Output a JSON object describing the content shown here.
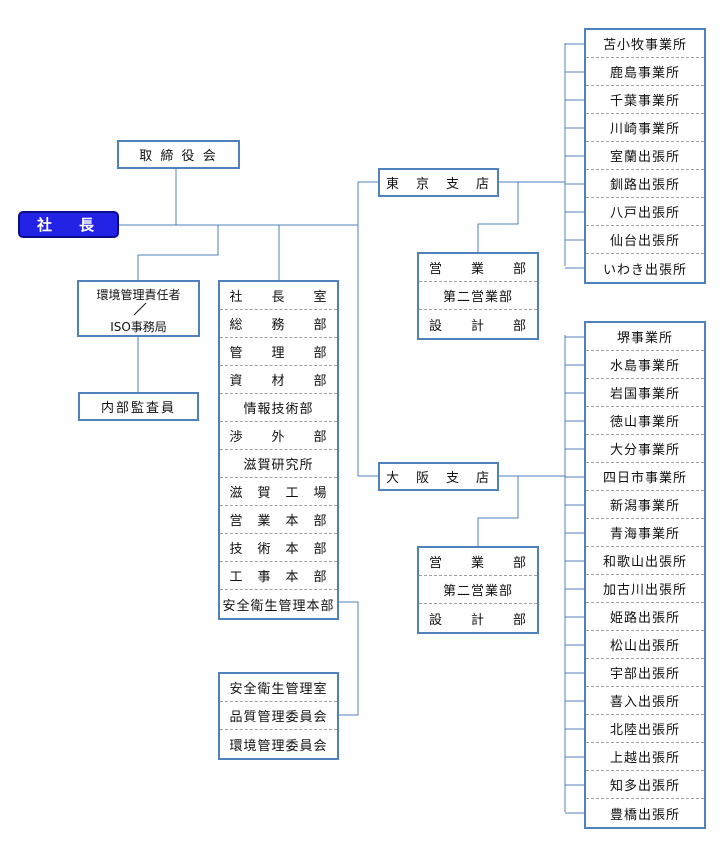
{
  "president": "社　長",
  "board": "取 締 役 会",
  "env": {
    "line1": "環境管理責任者",
    "line2": "ISO事務局"
  },
  "audit": "内部監査員",
  "departments": [
    "社　　長　　室",
    "総　　務　　部",
    "管　　理　　部",
    "資　　材　　部",
    "情報技術部",
    "渉　　外　　部",
    "滋賀研究所",
    "滋　賀　工　場",
    "営　業　本　部",
    "技　術　本　部",
    "工　事　本　部",
    "安全衛生管理本部"
  ],
  "committees": [
    "安全衛生管理室",
    "品質管理委員会",
    "環境管理委員会"
  ],
  "tokyo": {
    "name": "東　京　支　店",
    "depts": [
      "営　　業　　部",
      "第二営業部",
      "設　　計　　部"
    ],
    "offices": [
      "苫小牧事業所",
      "鹿島事業所",
      "千葉事業所",
      "川崎事業所",
      "室蘭出張所",
      "釧路出張所",
      "八戸出張所",
      "仙台出張所",
      "いわき出張所"
    ]
  },
  "osaka": {
    "name": "大　阪　支　店",
    "depts": [
      "営　　業　　部",
      "第二営業部",
      "設　　計　　部"
    ],
    "offices": [
      "堺事業所",
      "水島事業所",
      "岩国事業所",
      "徳山事業所",
      "大分事業所",
      "四日市事業所",
      "新潟事業所",
      "青海事業所",
      "和歌山出張所",
      "加古川出張所",
      "姫路出張所",
      "松山出張所",
      "宇部出張所",
      "喜入出張所",
      "北陸出張所",
      "上越出張所",
      "知多出張所",
      "豊橋出張所"
    ]
  },
  "colors": {
    "border": "#4f81bd",
    "president_fill": "#2323e6",
    "line": "#4f81bd"
  }
}
